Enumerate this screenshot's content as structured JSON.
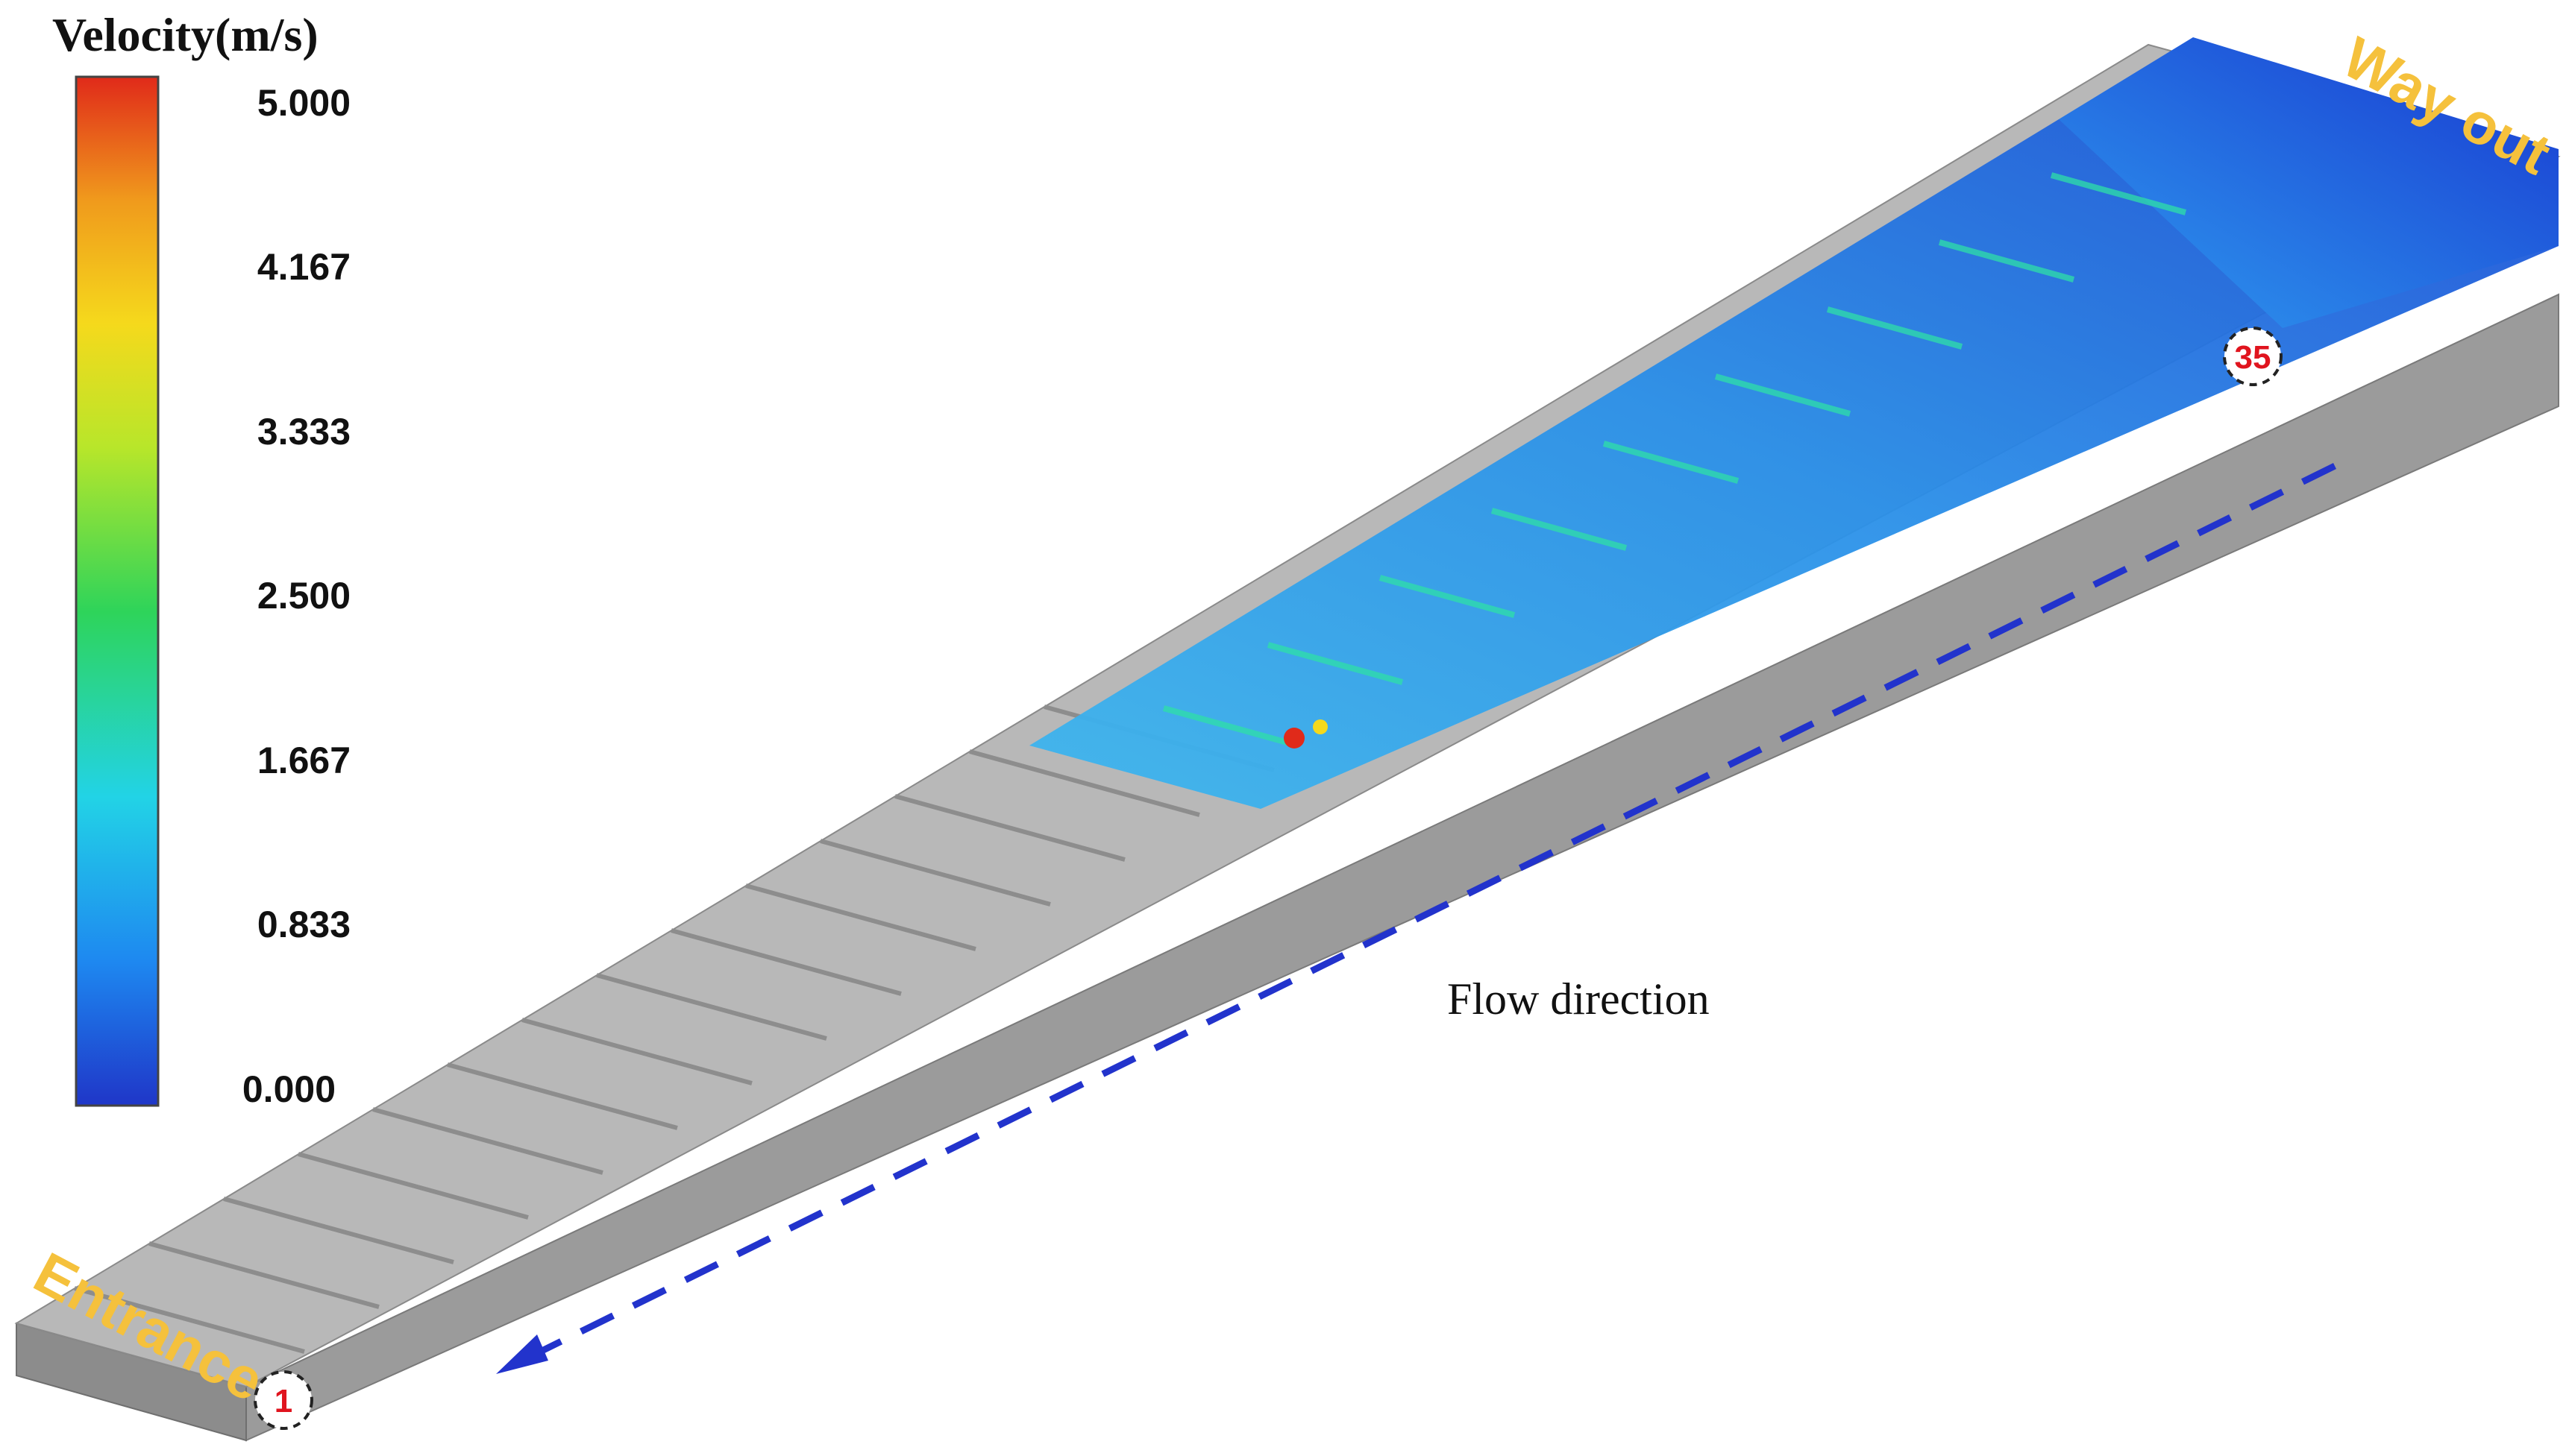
{
  "legend": {
    "title": "Velocity(m/s)",
    "ticks": [
      "5.000",
      "4.167",
      "3.333",
      "2.500",
      "1.667",
      "0.833",
      "0.000"
    ],
    "range": [
      0,
      5
    ],
    "colormap": [
      "#1f36c8",
      "#1e88f0",
      "#22d3e6",
      "#2ed45a",
      "#b8e62a",
      "#f5d91c",
      "#f09a1c",
      "#e02a1a"
    ]
  },
  "channel": {
    "entrance_label": "Entrance",
    "exit_label": "Way out",
    "first_marker": "1",
    "last_marker": "35",
    "wall_color": "#9b9b9b",
    "floor_color": "#b8b8b8"
  },
  "flow": {
    "label": "Flow direction",
    "arrow_color": "#2233cc"
  }
}
